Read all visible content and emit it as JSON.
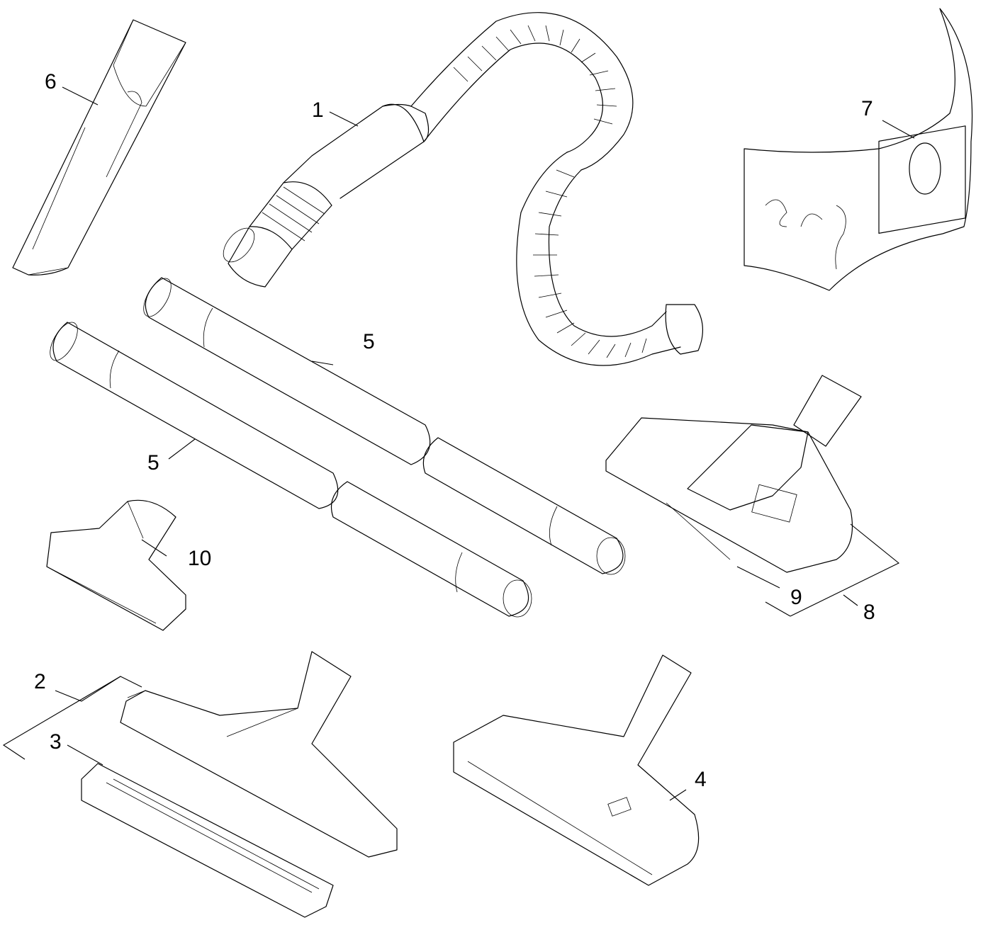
{
  "diagram": {
    "callouts": {
      "c1": "1",
      "c2": "2",
      "c3": "3",
      "c4": "4",
      "c5a": "5",
      "c5b": "5",
      "c6": "6",
      "c7": "7",
      "c8": "8",
      "c9": "9",
      "c10": "10"
    }
  }
}
